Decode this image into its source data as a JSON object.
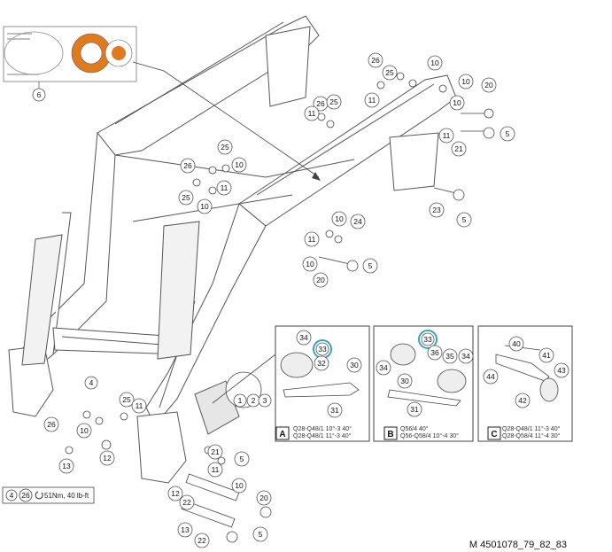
{
  "figure_code": "M 4501078_79_82_83",
  "torque_note": {
    "refs": [
      "4",
      "26"
    ],
    "value": "51Nm, 40 lb-ft"
  },
  "inset_panels": [
    {
      "letter": "A",
      "line1": "Q28-Q48/1 10°-3 40°",
      "line2": "Q28-Q48/1 11°-3 40°"
    },
    {
      "letter": "B",
      "line1": "Q56/4 40°",
      "line2": "Q56-Q58/4 10°-4 30°"
    },
    {
      "letter": "C",
      "line1": "Q28-Q48/1 11°-3 40°",
      "line2": "Q28-Q58/4 11°-4 30°"
    }
  ],
  "colors": {
    "line": "#555555",
    "highlight_ring": "#3aa3c2",
    "decal_orange": "#e07a1f"
  },
  "callouts": [
    {
      "id": "c1",
      "text": "6"
    },
    {
      "id": "c2",
      "text": "26"
    },
    {
      "id": "c3",
      "text": "25"
    },
    {
      "id": "c4",
      "text": "10"
    },
    {
      "id": "c5",
      "text": "11"
    },
    {
      "id": "c6",
      "text": "10"
    },
    {
      "id": "c7",
      "text": "20"
    },
    {
      "id": "c8",
      "text": "26"
    },
    {
      "id": "c9",
      "text": "25"
    },
    {
      "id": "c10",
      "text": "11"
    },
    {
      "id": "c11",
      "text": "10"
    },
    {
      "id": "c12",
      "text": "5"
    },
    {
      "id": "c13",
      "text": "11"
    },
    {
      "id": "c14",
      "text": "21"
    },
    {
      "id": "c15",
      "text": "25"
    },
    {
      "id": "c16",
      "text": "26"
    },
    {
      "id": "c17",
      "text": "10"
    },
    {
      "id": "c18",
      "text": "11"
    },
    {
      "id": "c19",
      "text": "10"
    },
    {
      "id": "c20",
      "text": "25"
    },
    {
      "id": "c21",
      "text": "23"
    },
    {
      "id": "c22",
      "text": "5"
    },
    {
      "id": "c23",
      "text": "10"
    },
    {
      "id": "c24",
      "text": "24"
    },
    {
      "id": "c25",
      "text": "11"
    },
    {
      "id": "c26",
      "text": "10"
    },
    {
      "id": "c27",
      "text": "5"
    },
    {
      "id": "c28",
      "text": "20"
    },
    {
      "id": "c29",
      "text": "4"
    },
    {
      "id": "c30",
      "text": "25"
    },
    {
      "id": "c31",
      "text": "11"
    },
    {
      "id": "c32",
      "text": "26"
    },
    {
      "id": "c33",
      "text": "10"
    },
    {
      "id": "c34",
      "text": "12"
    },
    {
      "id": "c35",
      "text": "13"
    },
    {
      "id": "c36",
      "text": "1"
    },
    {
      "id": "c37",
      "text": "2"
    },
    {
      "id": "c38",
      "text": "3"
    },
    {
      "id": "c39",
      "text": "21"
    },
    {
      "id": "c40",
      "text": "5"
    },
    {
      "id": "c41",
      "text": "11"
    },
    {
      "id": "c42",
      "text": "10"
    },
    {
      "id": "c43",
      "text": "12"
    },
    {
      "id": "c44",
      "text": "22"
    },
    {
      "id": "c45",
      "text": "20"
    },
    {
      "id": "c46",
      "text": "13"
    },
    {
      "id": "c47",
      "text": "22"
    },
    {
      "id": "c48",
      "text": "5"
    },
    {
      "id": "a1",
      "text": "34"
    },
    {
      "id": "a2",
      "text": "33"
    },
    {
      "id": "a3",
      "text": "32"
    },
    {
      "id": "a4",
      "text": "30"
    },
    {
      "id": "a5",
      "text": "31"
    },
    {
      "id": "b1",
      "text": "33"
    },
    {
      "id": "b2",
      "text": "34"
    },
    {
      "id": "b3",
      "text": "36"
    },
    {
      "id": "b4",
      "text": "35"
    },
    {
      "id": "b5",
      "text": "34"
    },
    {
      "id": "b6",
      "text": "30"
    },
    {
      "id": "b7",
      "text": "31"
    },
    {
      "id": "d1",
      "text": "40"
    },
    {
      "id": "d2",
      "text": "41"
    },
    {
      "id": "d3",
      "text": "43"
    },
    {
      "id": "d4",
      "text": "44"
    },
    {
      "id": "d5",
      "text": "42"
    }
  ]
}
